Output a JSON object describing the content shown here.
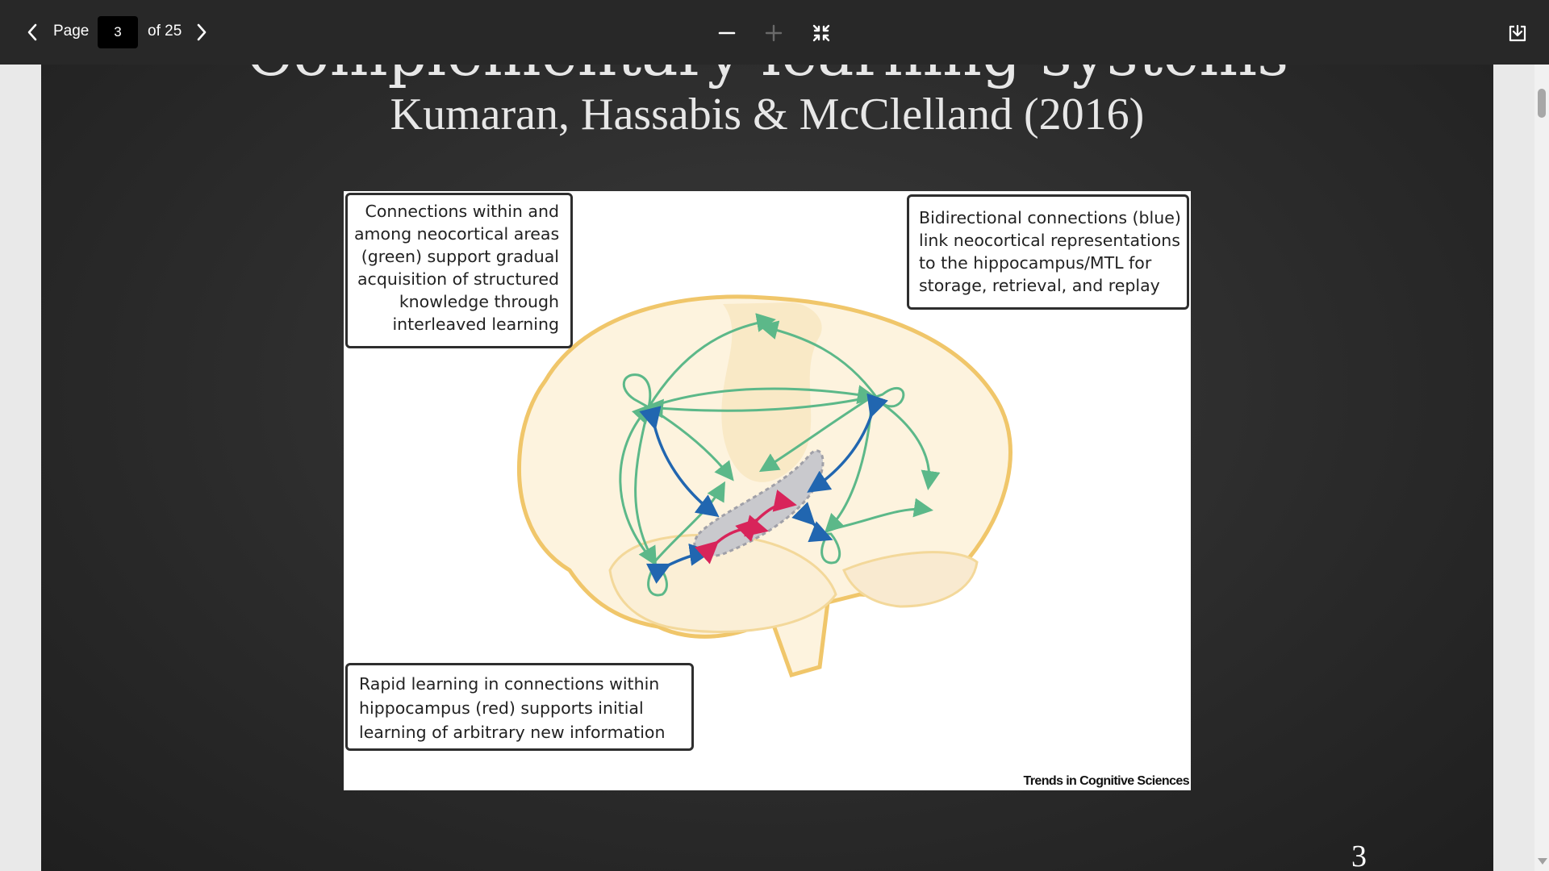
{
  "toolbar": {
    "page_label": "Page",
    "current_page": "3",
    "total_pages": "of 25"
  },
  "slide": {
    "title_partial": "Complementary learning systems",
    "subtitle": "Kumaran, Hassabis & McClelland (2016)",
    "page_number": "3"
  },
  "figure": {
    "box_green": [
      "Connections within and",
      "among neocortical areas",
      "(green) support gradual",
      "acquisition of structured",
      "knowledge through",
      "interleaved learning"
    ],
    "box_blue": [
      "Bidirectional connections (blue)",
      "link neocortical representations",
      "to the hippocampus/MTL for",
      "storage, retrieval, and replay"
    ],
    "box_red": [
      "Rapid learning in connections within",
      "hippocampus (red) supports initial",
      "learning of arbitrary new information"
    ],
    "credit": "Trends in Cognitive Sciences"
  },
  "icons": {
    "prev": "chevron-left-icon",
    "next": "chevron-right-icon",
    "zoom_out": "minus-icon",
    "zoom_in": "plus-icon",
    "fit": "collapse-icon",
    "download": "download-icon"
  },
  "colors": {
    "toolbar_bg": "#282828",
    "slide_bg": "#2b2b2b",
    "green_connections": "#5cb889",
    "blue_connections": "#2166b0",
    "red_connections": "#d8245a",
    "brain_outline": "#f0c66a"
  }
}
